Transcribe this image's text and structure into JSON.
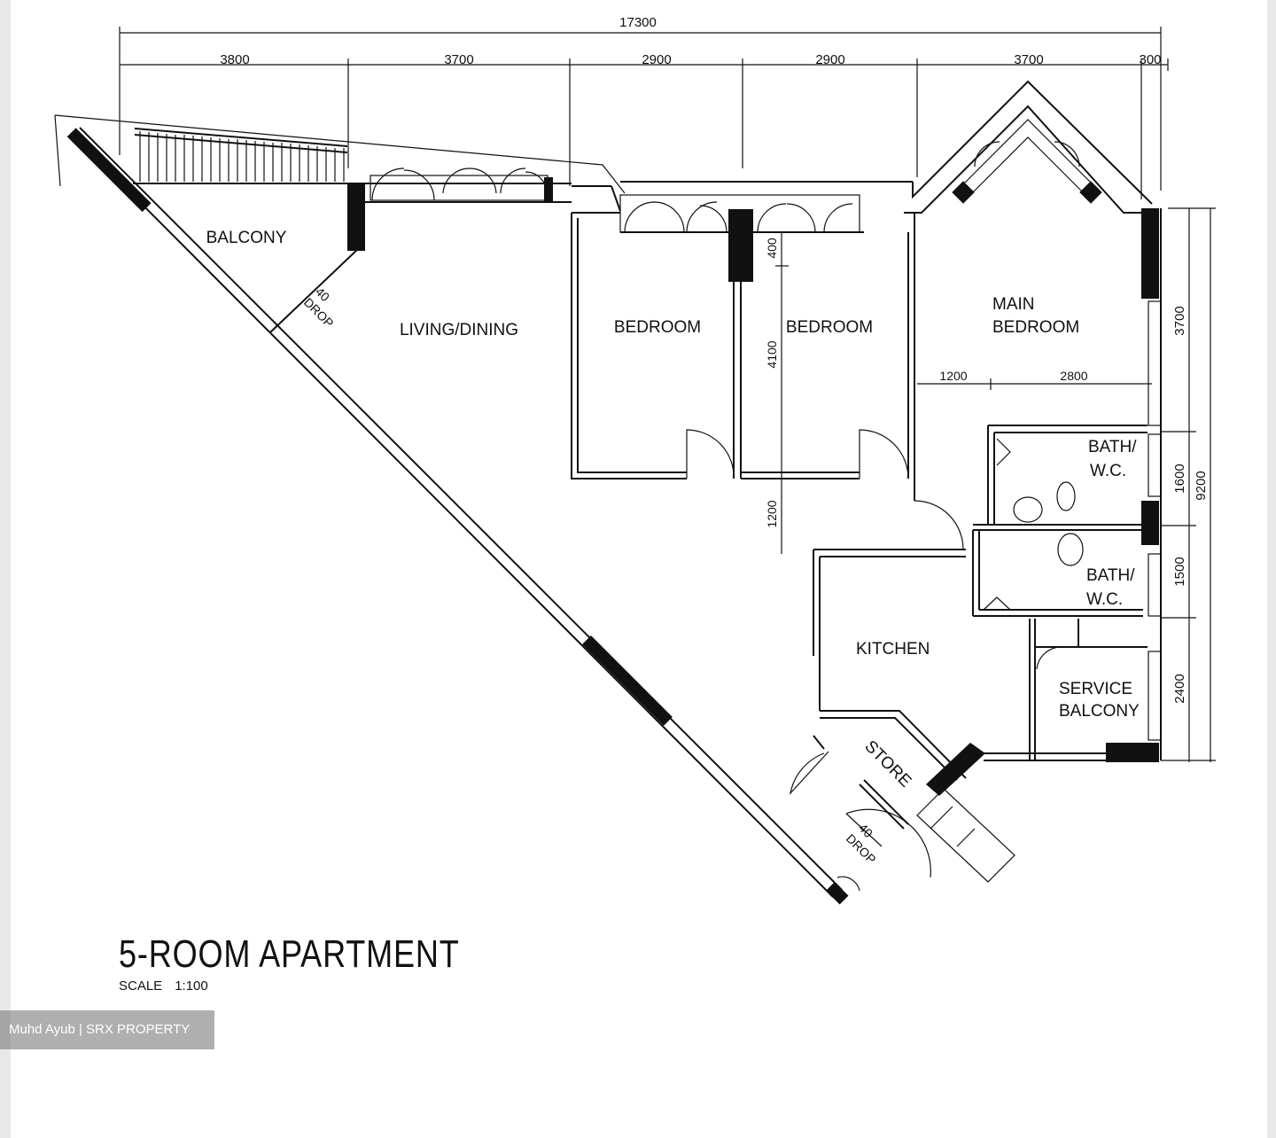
{
  "plan": {
    "overall_width": "17300",
    "top_segments": [
      "3800",
      "3700",
      "2900",
      "2900",
      "3700",
      "300"
    ],
    "right_overall": "9200",
    "right_segments": [
      "3700",
      "1600",
      "1500",
      "2400"
    ],
    "inner_dims": {
      "bed_wall": "400",
      "bed_depth": "4100",
      "corridor": "1200",
      "master_a": "1200",
      "master_b": "2800"
    },
    "rooms": {
      "balcony": "BALCONY",
      "living": "LIVING/DINING",
      "bedroom1": "BEDROOM",
      "bedroom2": "BEDROOM",
      "main_bedroom_line1": "MAIN",
      "main_bedroom_line2": "BEDROOM",
      "bath1_line1": "BATH/",
      "bath1_line2": "W.C.",
      "bath2_line1": "BATH/",
      "bath2_line2": "W.C.",
      "kitchen_line1": "KITCHEN",
      "kitchen_line2": "",
      "service_line1": "SERVICE",
      "service_line2": "BALCONY",
      "store": "STORE"
    },
    "drop_notes": [
      {
        "line1": "40",
        "line2": "DROP"
      },
      {
        "line1": "40",
        "line2": "DROP"
      }
    ]
  },
  "title": "5-ROOM APARTMENT",
  "scale_label": "SCALE",
  "scale_value": "1:100",
  "watermark": "Muhd Ayub | SRX PROPERTY"
}
